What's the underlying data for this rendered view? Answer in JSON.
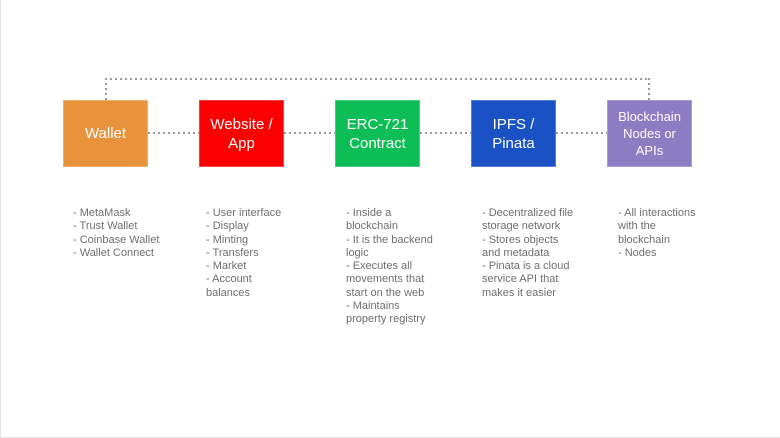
{
  "diagram": {
    "background": "#ffffff",
    "line_color": "#9a9a9a",
    "details_text_color": "#6f6f6f",
    "nodes": [
      {
        "id": "wallet",
        "label": [
          "Wallet"
        ],
        "color": "#E8933C",
        "details": [
          "- MetaMask",
          "- Trust Wallet",
          "- Coinbase Wallet",
          "- Wallet Connect"
        ]
      },
      {
        "id": "website-app",
        "label": [
          "Website /",
          "App"
        ],
        "color": "#FB0000",
        "details": [
          "- User interface",
          "- Display",
          "- Minting",
          "- Transfers",
          "- Market",
          "- Account",
          "balances"
        ]
      },
      {
        "id": "erc721-contract",
        "label": [
          "ERC-721",
          "Contract"
        ],
        "color": "#0CBE55",
        "details": [
          "- Inside a",
          "blockchain",
          "- It is the backend",
          "logic",
          "- Executes all",
          "movements that",
          "start on the web",
          "- Maintains",
          "property registry"
        ]
      },
      {
        "id": "ipfs-pinata",
        "label": [
          "IPFS /",
          "Pinata"
        ],
        "color": "#1A52C6",
        "details": [
          "- Decentralized file",
          "storage network",
          "- Stores objects",
          "and metadata",
          "- Pinata is a cloud",
          "service API that",
          "makes it easier"
        ]
      },
      {
        "id": "blockchain-nodes-apis",
        "label": [
          "Blockchain",
          "Nodes or",
          "APIs"
        ],
        "color": "#8B7CC4",
        "details": [
          "- All interactions",
          "with the",
          "blockchain",
          "- Nodes"
        ]
      }
    ]
  }
}
